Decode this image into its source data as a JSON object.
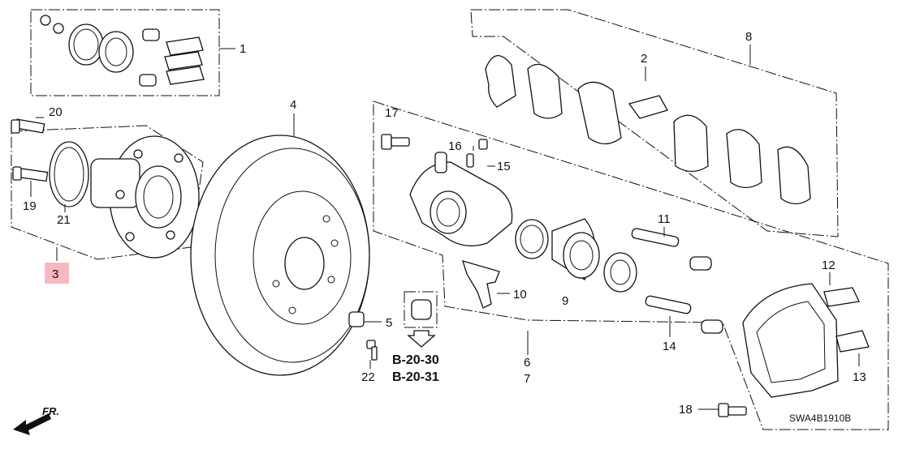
{
  "callouts": {
    "c1": "1",
    "c2": "2",
    "c3": "3",
    "c4": "4",
    "c5": "5",
    "c6": "6",
    "c7": "7",
    "c8": "8",
    "c9": "9",
    "c10": "10",
    "c11": "11",
    "c12": "12",
    "c13": "13",
    "c14": "14",
    "c15": "15",
    "c16": "16",
    "c17": "17",
    "c18": "18",
    "c19": "19",
    "c20": "20",
    "c21": "21",
    "c22": "22"
  },
  "references": {
    "ref1": "B-20-30",
    "ref2": "B-20-31"
  },
  "front_label": "FR.",
  "diagram_code": "SWA4B1910B",
  "colors": {
    "highlight": "#f7b8bf",
    "line": "#111111"
  }
}
